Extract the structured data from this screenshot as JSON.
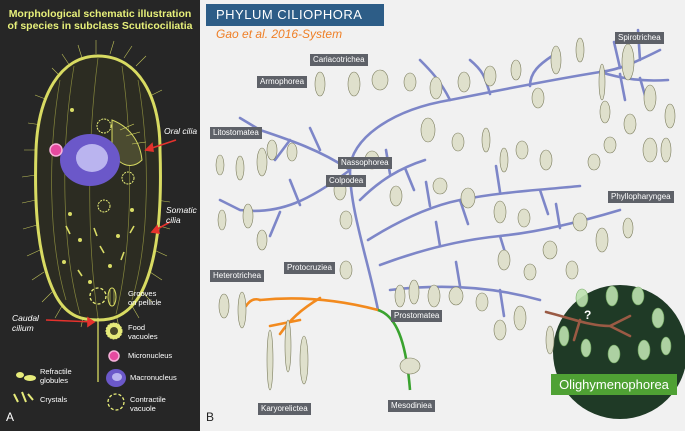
{
  "panel_a": {
    "letter": "A",
    "title_line1": "Morphological schematic illustration",
    "title_line2": "of species in subclass Scuticociliatia",
    "labels": {
      "oral": "Oral cilia",
      "somatic_1": "Somatic",
      "somatic_2": "cilia",
      "caudal_1": "Caudal",
      "caudal_2": "cilium"
    },
    "legend": {
      "grooves_1": "Grooves",
      "grooves_2": "on pellicle",
      "food_1": "Food",
      "food_2": "vacuoles",
      "micronucleus": "Micronucleus",
      "refractile_1": "Refractile",
      "refractile_2": "globules",
      "macronucleus": "Macronucleus",
      "crystals": "Crystals",
      "contractile_1": "Contractile",
      "contractile_2": "vacuole"
    }
  },
  "panel_b": {
    "letter": "B",
    "title": "PHYLUM   CILIOPHORA",
    "subtitle": "Gao et al. 2016-System",
    "groups": {
      "spirotrichea": "Spirotrichea",
      "cariacotrichea": "Cariacotrichea",
      "armophorea": "Armophorea",
      "litostomatea": "Litostomatea",
      "nassophorea": "Nassophorea",
      "colpodea": "Colpodea",
      "phyllopharyngea": "Phyllopharyngea",
      "heterotrichea": "Heterotrichea",
      "protocruziea": "Protocruziea",
      "prostomatea": "Prostomatea",
      "karyorelictea": "Karyorelictea",
      "mesodiniea": "Mesodiniea",
      "oligohymenophorea": "Olighymenophorea"
    },
    "question_mark": "?"
  },
  "colors": {
    "tree_blue": "#7d86c8",
    "tree_orange": "#f28a1e",
    "tree_green": "#3aa32f",
    "tree_brown": "#9a5a44",
    "cell_outline": "#d8db62",
    "panel_a_bg": "#262626",
    "arrow_red": "#e5322d"
  }
}
